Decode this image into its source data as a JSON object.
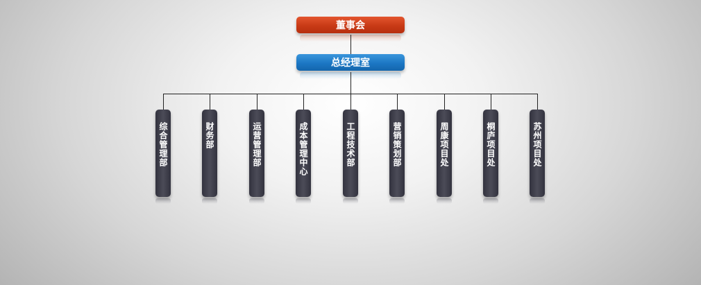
{
  "board": {
    "label": "董事会"
  },
  "general_manager": {
    "label": "总经理室"
  },
  "departments": [
    {
      "label": "综合管理部"
    },
    {
      "label": "财务部"
    },
    {
      "label": "运营管理部"
    },
    {
      "label": "成本管理中心"
    },
    {
      "label": "工程技术部"
    },
    {
      "label": "营销策划部"
    },
    {
      "label": "周康项目处"
    },
    {
      "label": "桐庐项目处"
    },
    {
      "label": "苏州项目处"
    }
  ],
  "colors": {
    "board": "#c83a16",
    "general_manager": "#1c77c4",
    "department": "#3e3e4a"
  }
}
